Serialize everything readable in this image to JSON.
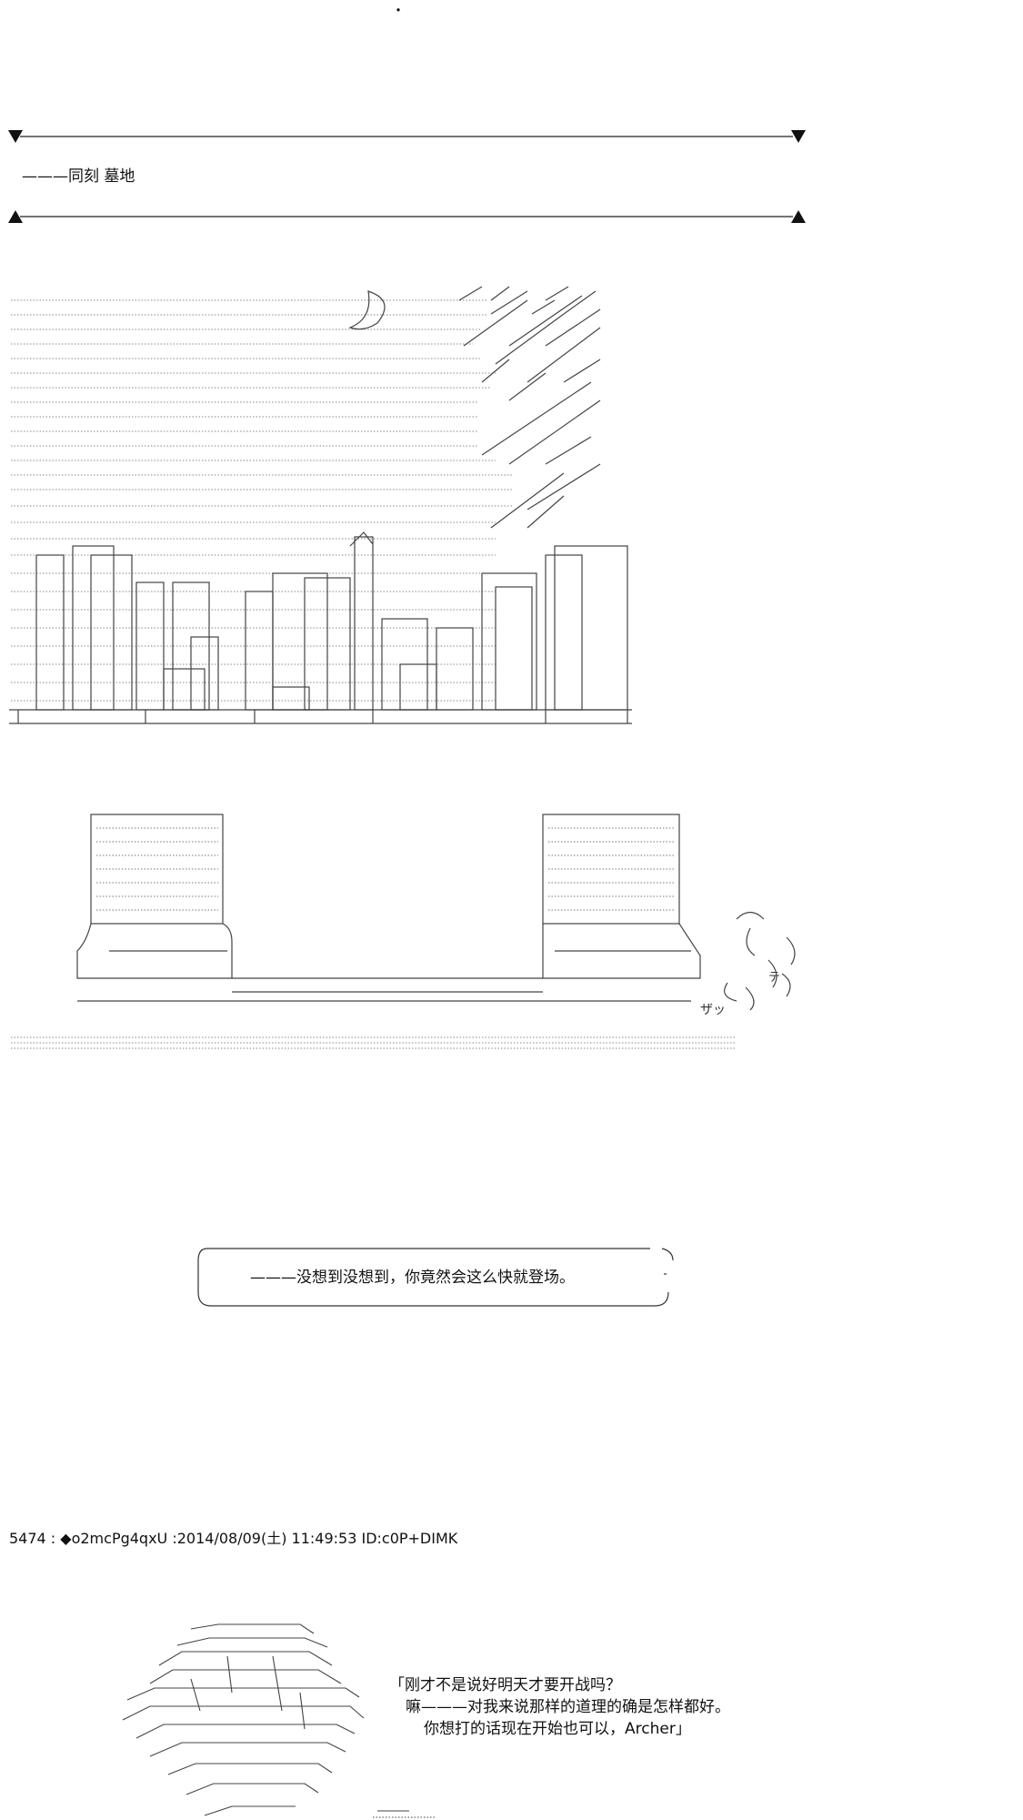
{
  "scene_header": {
    "top_dot": "・",
    "location_text": "———同刻 墓地"
  },
  "speech_bubble": {
    "text": "———没想到没想到，你竟然会这么快就登场。"
  },
  "post_header": {
    "text": "5474 : ◆o2mcPg4qxU :2014/08/09(土) 11:49:53 ID:c0P+DIMK"
  },
  "dialogue": {
    "line1": "「刚才不是说好明天才要开战吗？",
    "line2": "嘛———对我来说那样的道理的确是怎样都好。",
    "line3": "你想打的话现在开始也可以，Archer」"
  },
  "art": {
    "sfx_label": "ザッ",
    "stamp_text": "テ"
  }
}
